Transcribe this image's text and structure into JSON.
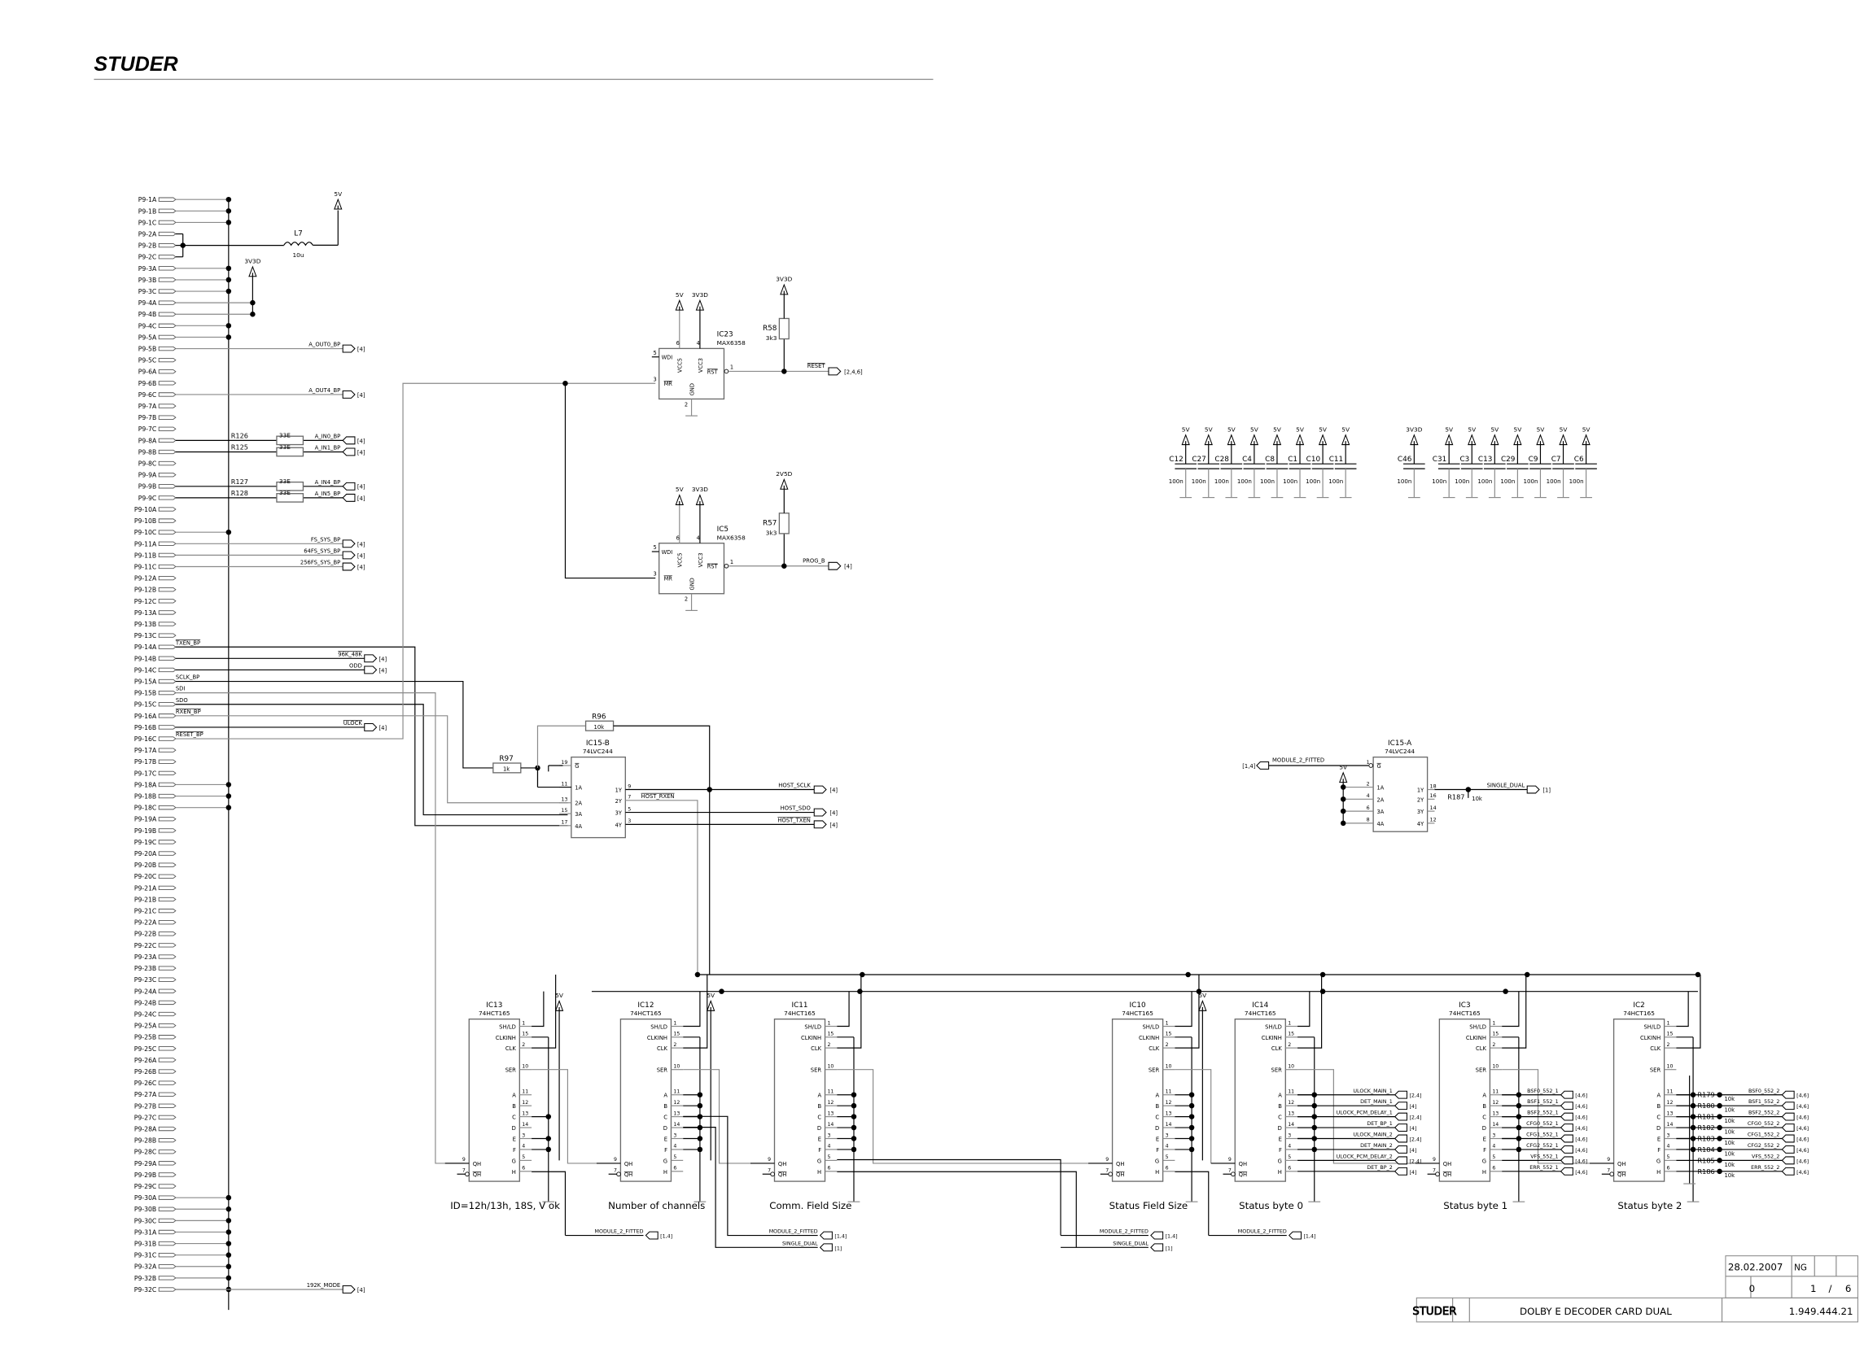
{
  "header": {
    "logo": "STUDER"
  },
  "connector": {
    "rows": [
      "P9-1A",
      "P9-1B",
      "P9-1C",
      "P9-2A",
      "P9-2B",
      "P9-2C",
      "P9-3A",
      "P9-3B",
      "P9-3C",
      "P9-4A",
      "P9-4B",
      "P9-4C",
      "P9-5A",
      "P9-5B",
      "P9-5C",
      "P9-6A",
      "P9-6B",
      "P9-6C",
      "P9-7A",
      "P9-7B",
      "P9-7C",
      "P9-8A",
      "P9-8B",
      "P9-8C",
      "P9-9A",
      "P9-9B",
      "P9-9C",
      "P9-10A",
      "P9-10B",
      "P9-10C",
      "P9-11A",
      "P9-11B",
      "P9-11C",
      "P9-12A",
      "P9-12B",
      "P9-12C",
      "P9-13A",
      "P9-13B",
      "P9-13C",
      "P9-14A",
      "P9-14B",
      "P9-14C",
      "P9-15A",
      "P9-15B",
      "P9-15C",
      "P9-16A",
      "P9-16B",
      "P9-16C",
      "P9-17A",
      "P9-17B",
      "P9-17C",
      "P9-18A",
      "P9-18B",
      "P9-18C",
      "P9-19A",
      "P9-19B",
      "P9-19C",
      "P9-20A",
      "P9-20B",
      "P9-20C",
      "P9-21A",
      "P9-21B",
      "P9-21C",
      "P9-22A",
      "P9-22B",
      "P9-22C",
      "P9-23A",
      "P9-23B",
      "P9-23C",
      "P9-24A",
      "P9-24B",
      "P9-24C",
      "P9-25A",
      "P9-25B",
      "P9-25C",
      "P9-26A",
      "P9-26B",
      "P9-26C",
      "P9-27A",
      "P9-27B",
      "P9-27C",
      "P9-28A",
      "P9-28B",
      "P9-28C",
      "P9-29A",
      "P9-29B",
      "P9-29C",
      "P9-30A",
      "P9-30B",
      "P9-30C",
      "P9-31A",
      "P9-31B",
      "P9-31C",
      "P9-32A",
      "P9-32B",
      "P9-32C"
    ]
  },
  "power": {
    "v5": "5V",
    "v3": "3V3D",
    "v2": "2V5D"
  },
  "inductor": {
    "ref": "L7",
    "value": "10u"
  },
  "edge_signals": [
    {
      "row": 13,
      "label": "A_OUT0_BP",
      "ref": "[4]",
      "dir": "out"
    },
    {
      "row": 17,
      "label": "A_OUT4_BP",
      "ref": "[4]",
      "dir": "out"
    },
    {
      "row": 21,
      "label": "A_IN0_BP",
      "ref": "[4]",
      "dir": "in",
      "res": "R126",
      "val": "33E"
    },
    {
      "row": 22,
      "label": "A_IN1_BP",
      "ref": "[4]",
      "dir": "in",
      "res": "R125",
      "val": "33E"
    },
    {
      "row": 25,
      "label": "A_IN4_BP",
      "ref": "[4]",
      "dir": "in",
      "res": "R127",
      "val": "33E"
    },
    {
      "row": 26,
      "label": "A_IN5_BP",
      "ref": "[4]",
      "dir": "in",
      "res": "R128",
      "val": "33E"
    },
    {
      "row": 30,
      "label": "FS_SYS_BP",
      "ref": "[4]",
      "dir": "out"
    },
    {
      "row": 31,
      "label": "64FS_SYS_BP",
      "ref": "[4]",
      "dir": "out"
    },
    {
      "row": 32,
      "label": "256FS_SYS_BP",
      "ref": "[4]",
      "dir": "out"
    },
    {
      "row": 40,
      "label": "96K_48K",
      "ref": "[4]",
      "dir": "out",
      "short": true
    },
    {
      "row": 41,
      "label": "ODD",
      "ref": "[4]",
      "dir": "out",
      "short": true
    },
    {
      "row": 46,
      "label": "ULOCK",
      "ref": "[4]",
      "dir": "out",
      "short": true
    },
    {
      "row": 95,
      "label": "192K_MODE",
      "ref": "[4]",
      "dir": "out"
    }
  ],
  "bus_signals": [
    {
      "row": 39,
      "label": "TXEN_BP"
    },
    {
      "row": 42,
      "label": "SCLK_BP"
    },
    {
      "row": 43,
      "label": "SDI"
    },
    {
      "row": 44,
      "label": "SDO"
    },
    {
      "row": 45,
      "label": "RXEN_BP"
    },
    {
      "row": 47,
      "label": "RESET_BP"
    }
  ],
  "supervisors": [
    {
      "ref": "IC23",
      "part": "MAX6358",
      "pins": {
        "wdi": "WDI",
        "mr": "MR",
        "vcc5": "VCC5",
        "vcc3": "VCC3",
        "gnd": "GND",
        "rst": "RST"
      },
      "pin_numbers": [
        "5",
        "3",
        "6",
        "4",
        "2",
        "1"
      ],
      "supply_a": "5V",
      "supply_b": "3V3D",
      "pull_supply": "3V3D",
      "res": "R58",
      "res_val": "3k3",
      "out": "RESET",
      "out_ref": "[2,4,6]"
    },
    {
      "ref": "IC5",
      "part": "MAX6358",
      "pins": {
        "wdi": "WDI",
        "mr": "MR",
        "vcc5": "VCC5",
        "vcc3": "VCC3",
        "gnd": "GND",
        "rst": "RST"
      },
      "pin_numbers": [
        "5",
        "3",
        "6",
        "4",
        "2",
        "1"
      ],
      "supply_a": "5V",
      "supply_b": "3V3D",
      "pull_supply": "2V5D",
      "res": "R57",
      "res_val": "3k3",
      "out": "PROG_B",
      "out_ref": "[4]"
    }
  ],
  "decoupling": {
    "group_a": [
      {
        "ref": "C12",
        "supply": "5V",
        "val": "100n"
      },
      {
        "ref": "C27",
        "supply": "5V",
        "val": "100n"
      },
      {
        "ref": "C28",
        "supply": "5V",
        "val": "100n"
      },
      {
        "ref": "C4",
        "supply": "5V",
        "val": "100n"
      },
      {
        "ref": "C8",
        "supply": "5V",
        "val": "100n"
      },
      {
        "ref": "C1",
        "supply": "5V",
        "val": "100n"
      },
      {
        "ref": "C10",
        "supply": "5V",
        "val": "100n"
      },
      {
        "ref": "C11",
        "supply": "5V",
        "val": "100n"
      }
    ],
    "group_b": [
      {
        "ref": "C46",
        "supply": "3V3D",
        "val": "100n"
      },
      {
        "ref": "C31",
        "supply": "5V",
        "val": "100n"
      },
      {
        "ref": "C3",
        "supply": "5V",
        "val": "100n"
      },
      {
        "ref": "C13",
        "supply": "5V",
        "val": "100n"
      },
      {
        "ref": "C29",
        "supply": "5V",
        "val": "100n"
      },
      {
        "ref": "C9",
        "supply": "5V",
        "val": "100n"
      },
      {
        "ref": "C7",
        "supply": "5V",
        "val": "100n"
      },
      {
        "ref": "C6",
        "supply": "5V",
        "val": "100n"
      }
    ]
  },
  "buffer_b": {
    "ref": "IC15-B",
    "part": "74LVC244",
    "r96": "R96",
    "r96_val": "10k",
    "r97": "R97",
    "r97_val": "1k",
    "in_pins": [
      {
        "n": "19",
        "l": "G"
      },
      {
        "n": "11",
        "l": "1A"
      },
      {
        "n": "13",
        "l": "2A"
      },
      {
        "n": "15",
        "l": "3A"
      },
      {
        "n": "17",
        "l": "4A"
      }
    ],
    "out_pins": [
      {
        "n": "9",
        "l": "1Y"
      },
      {
        "n": "7",
        "l": "2Y"
      },
      {
        "n": "5",
        "l": "3Y"
      },
      {
        "n": "3",
        "l": "4Y"
      }
    ],
    "outputs": [
      {
        "label": "HOST_SCLK",
        "ref": "[4]"
      },
      {
        "label": "HOST_RXEN",
        "ref": ""
      },
      {
        "label": "HOST_SDO",
        "ref": "[4]"
      },
      {
        "label": "HOST_TXEN",
        "ref": "[4]"
      }
    ]
  },
  "buffer_a": {
    "ref": "IC15-A",
    "part": "74LVC244",
    "in_label": "MODULE_2_FITTED",
    "in_ref": "[1,4]",
    "supply": "5V",
    "in_pins": [
      {
        "n": "1",
        "l": "G"
      },
      {
        "n": "2",
        "l": "1A"
      },
      {
        "n": "4",
        "l": "2A"
      },
      {
        "n": "6",
        "l": "3A"
      },
      {
        "n": "8",
        "l": "4A"
      }
    ],
    "out_pins": [
      {
        "n": "18",
        "l": "1Y"
      },
      {
        "n": "16",
        "l": "2Y"
      },
      {
        "n": "14",
        "l": "3Y"
      },
      {
        "n": "12",
        "l": "4Y"
      }
    ],
    "res": "R187",
    "res_val": "10k",
    "out_label": "SINGLE_DUAL",
    "out_ref": "[1]"
  },
  "shift_pins": {
    "left": [
      "SH/LD",
      "CLKINH",
      "CLK",
      "SER",
      "A",
      "B",
      "C",
      "D",
      "E",
      "F",
      "G",
      "H"
    ],
    "left_nums": [
      "1",
      "15",
      "2",
      "10",
      "11",
      "12",
      "13",
      "14",
      "3",
      "4",
      "5",
      "6"
    ],
    "qh": "QH",
    "qh_num": "9",
    "nqh": "QH",
    "nqh_num": "7"
  },
  "shift_registers": [
    {
      "ref": "IC13",
      "part": "74HCT165",
      "caption": "ID=12h/13h, 18S, V ok",
      "supply": "5V"
    },
    {
      "ref": "IC12",
      "part": "74HCT165",
      "caption": "Number of channels",
      "supply": "5V"
    },
    {
      "ref": "IC11",
      "part": "74HCT165",
      "caption": "Comm. Field Size"
    },
    {
      "ref": "IC10",
      "part": "74HCT165",
      "caption": "Status Field Size",
      "supply": "5V"
    },
    {
      "ref": "IC14",
      "part": "74HCT165",
      "caption": "Status byte 0"
    },
    {
      "ref": "IC3",
      "part": "74HCT165",
      "caption": "Status byte 1"
    },
    {
      "ref": "IC2",
      "part": "74HCT165",
      "caption": "Status byte 2"
    }
  ],
  "strap_ports": [
    {
      "label": "MODULE_2_FITTED",
      "ref": "[1,4]"
    },
    {
      "label": "MODULE_2_FITTED",
      "ref": "[1,4]"
    },
    {
      "label": "SINGLE_DUAL",
      "ref": "[1]"
    },
    {
      "label": "MODULE_2_FITTED",
      "ref": "[1,4]"
    },
    {
      "label": "SINGLE_DUAL",
      "ref": "[1]"
    },
    {
      "label": "MODULE_2_FITTED",
      "ref": "[1,4]"
    }
  ],
  "status0_outputs": [
    {
      "label": "ULOCK_MAIN_1",
      "ref": "[2,4]"
    },
    {
      "label": "DET_MAIN_1",
      "ref": "[4]"
    },
    {
      "label": "ULOCK_PCM_DELAY_1",
      "ref": "[2,4]"
    },
    {
      "label": "DET_BP_1",
      "ref": "[4]"
    },
    {
      "label": "ULOCK_MAIN_2",
      "ref": "[2,4]"
    },
    {
      "label": "DET_MAIN_2",
      "ref": "[4]"
    },
    {
      "label": "ULOCK_PCM_DELAY_2",
      "ref": "[2,4]"
    },
    {
      "label": "DET_BP_2",
      "ref": "[4]"
    }
  ],
  "status1_outputs": [
    {
      "label": "BSF0_552_1",
      "ref": "[4,6]"
    },
    {
      "label": "BSF1_552_1",
      "ref": "[4,6]"
    },
    {
      "label": "BSF2_552_1",
      "ref": "[4,6]"
    },
    {
      "label": "CFG0_552_1",
      "ref": "[4,6]"
    },
    {
      "label": "CFG1_552_1",
      "ref": "[4,6]"
    },
    {
      "label": "CFG2_552_1",
      "ref": "[4,6]"
    },
    {
      "label": "VFS_552_1",
      "ref": "[4,6]"
    },
    {
      "label": "ERR_552_1",
      "ref": "[4,6]"
    }
  ],
  "status2_outputs": [
    {
      "label": "BSF0_552_2",
      "ref": "[4,6]",
      "res": "R179"
    },
    {
      "label": "BSF1_552_2",
      "ref": "[4,6]",
      "res": "R180"
    },
    {
      "label": "BSF2_552_2",
      "ref": "[4,6]",
      "res": "R181"
    },
    {
      "label": "CFG0_552_2",
      "ref": "[4,6]",
      "res": "R182"
    },
    {
      "label": "CFG1_552_2",
      "ref": "[4,6]",
      "res": "R183"
    },
    {
      "label": "CFG2_552_2",
      "ref": "[4,6]",
      "res": "R184"
    },
    {
      "label": "VFS_552_2",
      "ref": "[4,6]",
      "res": "R185"
    },
    {
      "label": "ERR_552_2",
      "ref": "[4,6]",
      "res": "R186"
    }
  ],
  "pullup_value": "10k",
  "title_block": {
    "date": "28.02.2007",
    "drawn": "NG",
    "index": "0",
    "page": "1",
    "pages": "6",
    "page_sep": "/",
    "logo": "STUDER",
    "title": "DOLBY E DECODER CARD DUAL",
    "number": "1.949.444.21"
  }
}
